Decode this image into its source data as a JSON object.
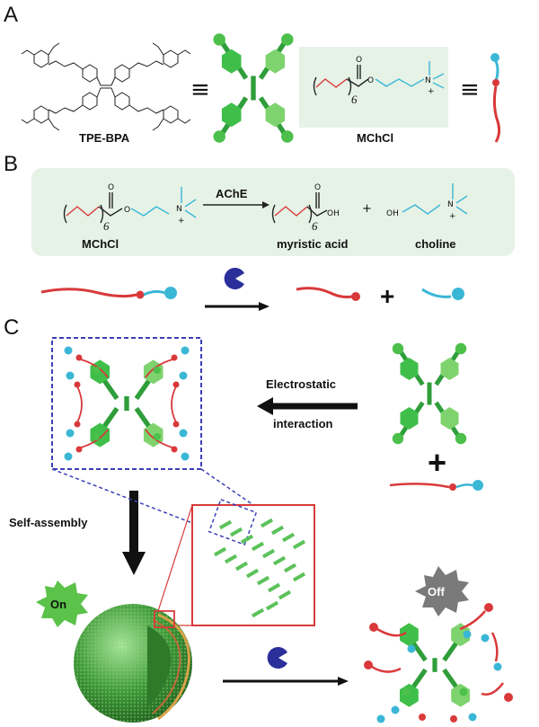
{
  "panels": {
    "a": "A",
    "b": "B",
    "c": "C"
  },
  "panel_a": {
    "tpe_label": "TPE-BPA",
    "mchcl_label": "MChCl",
    "equiv_symbol": "≡",
    "subscript_6": "6",
    "plus_sign": "+",
    "atom_O": "O",
    "atom_N": "N"
  },
  "panel_b": {
    "enzyme_label": "AChE",
    "reactant_label": "MChCl",
    "product1_label": "myristic acid",
    "product2_label": "choline",
    "plus_sign": "+",
    "subscript_6": "6",
    "oh_label": "OH",
    "oh_label_2": "OH",
    "atom_O": "O",
    "atom_O2": "O",
    "atom_N": "N",
    "atom_N2": "N",
    "charge": "+",
    "charge2": "+",
    "bold_plus": "+"
  },
  "panel_c": {
    "electrostatic_line1": "Electrostatic",
    "electrostatic_line2": "interaction",
    "self_assembly": "Self-assembly",
    "on_badge": "On",
    "off_badge": "Off",
    "bold_plus": "+"
  },
  "colors": {
    "green_dark": "#2f9e3a",
    "green_light": "#7fd36e",
    "chain_red": "#d9393a",
    "chain_cyan": "#3bb7d6",
    "enzyme_blue": "#2a2f9a",
    "bond_gray": "#333333",
    "box_green": "#e6f2e6",
    "dashed_blue": "#3c3fb5",
    "zoom_red": "#d93a3a",
    "sphere_green": "#3a8f35",
    "badge_green": "#5bc24a",
    "badge_gray": "#7a7a7a"
  },
  "icons": [
    "tpe-structure-icon",
    "tpe-cartoon-icon",
    "surfactant-cartoon-icon",
    "enzyme-pacman-icon",
    "arrow-icon",
    "vesicle-sphere-icon",
    "starburst-badge-icon"
  ]
}
